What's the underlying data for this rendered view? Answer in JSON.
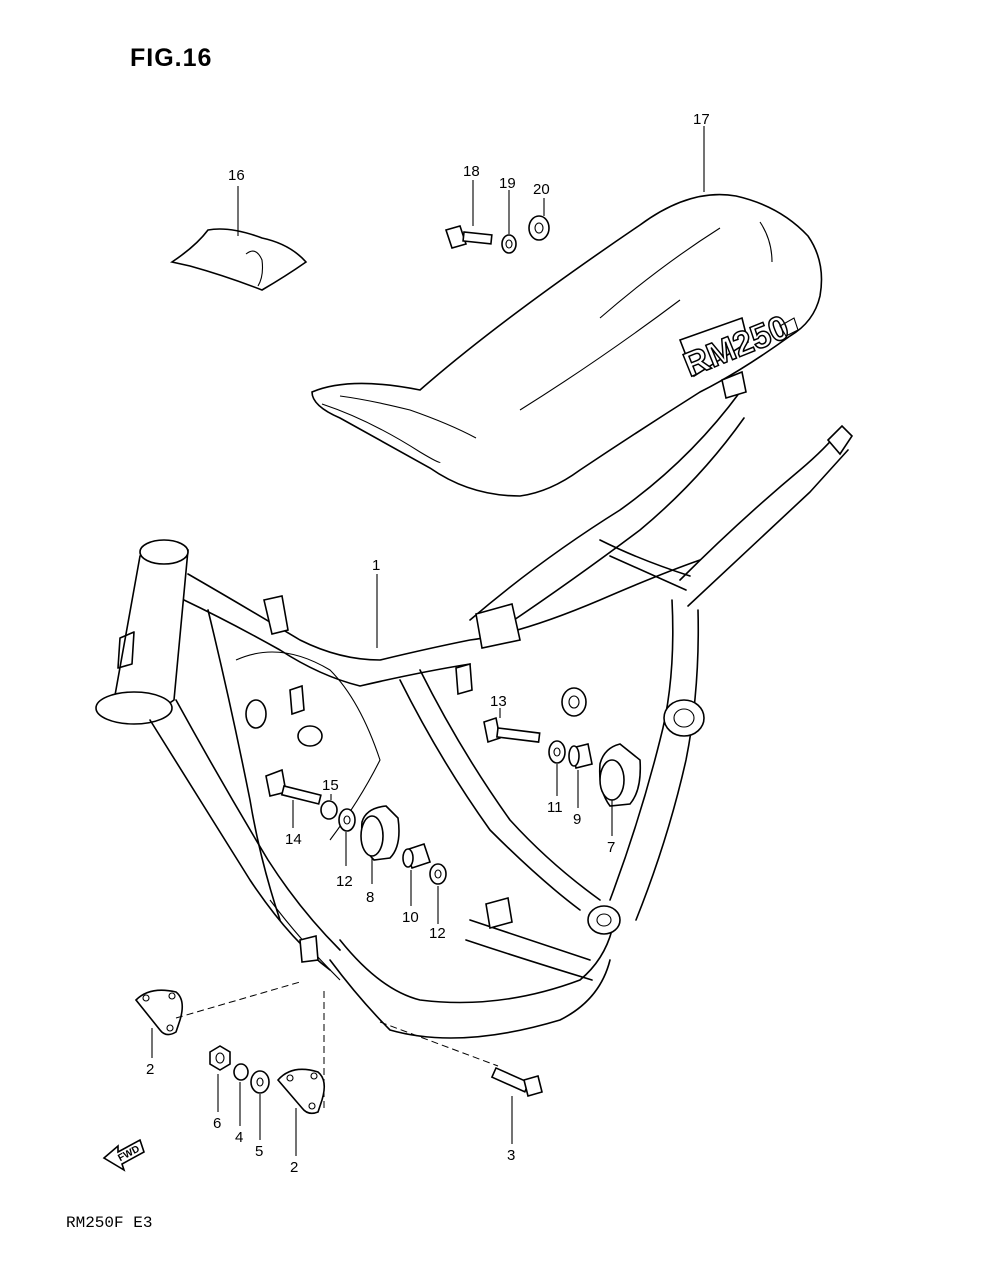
{
  "figure": {
    "title": "FIG.16"
  },
  "model": {
    "code": "RM250F E3"
  },
  "seat": {
    "logo_text": "RM250"
  },
  "fwd_arrow": {
    "text": "FWD"
  },
  "callouts": [
    {
      "id": "c1",
      "label": "1"
    },
    {
      "id": "c2a",
      "label": "2"
    },
    {
      "id": "c2b",
      "label": "2"
    },
    {
      "id": "c3",
      "label": "3"
    },
    {
      "id": "c4",
      "label": "4"
    },
    {
      "id": "c5",
      "label": "5"
    },
    {
      "id": "c6",
      "label": "6"
    },
    {
      "id": "c7",
      "label": "7"
    },
    {
      "id": "c8",
      "label": "8"
    },
    {
      "id": "c9",
      "label": "9"
    },
    {
      "id": "c10",
      "label": "10"
    },
    {
      "id": "c11",
      "label": "11"
    },
    {
      "id": "c12a",
      "label": "12"
    },
    {
      "id": "c12b",
      "label": "12"
    },
    {
      "id": "c13",
      "label": "13"
    },
    {
      "id": "c14",
      "label": "14"
    },
    {
      "id": "c15",
      "label": "15"
    },
    {
      "id": "c16",
      "label": "16"
    },
    {
      "id": "c17",
      "label": "17"
    },
    {
      "id": "c18",
      "label": "18"
    },
    {
      "id": "c19",
      "label": "19"
    },
    {
      "id": "c20",
      "label": "20"
    }
  ]
}
